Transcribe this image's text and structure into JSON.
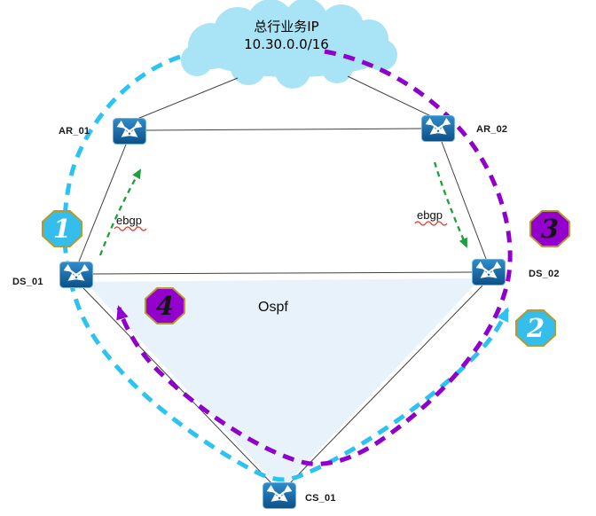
{
  "cloud": {
    "line1": "总行业务IP",
    "line2": "10.30.0.0/16"
  },
  "nodes": {
    "ar01": {
      "label": "AR_01",
      "type": "router-switch"
    },
    "ar02": {
      "label": "AR_02",
      "type": "router-switch"
    },
    "ds01": {
      "label": "DS_01",
      "type": "router-switch"
    },
    "ds02": {
      "label": "DS_02",
      "type": "router-switch"
    },
    "cs01": {
      "label": "CS_01",
      "type": "router-switch"
    }
  },
  "annotations": {
    "ospf": "Ospf",
    "ebgp_left": "ebgp",
    "ebgp_right": "ebgp"
  },
  "badges": [
    {
      "number": "1",
      "fill": "#35bdec",
      "text_color": "#ffffff"
    },
    {
      "number": "2",
      "fill": "#35bdec",
      "text_color": "#ffffff"
    },
    {
      "number": "3",
      "fill": "#9400cd",
      "text_color": "#141414"
    },
    {
      "number": "4",
      "fill": "#9400cd",
      "text_color": "#141414"
    }
  ],
  "colors": {
    "path_cyan": "#2cc3f2",
    "path_purple": "#9000cc",
    "arrow_green": "#1ca03c",
    "node_blue": "#1565a9",
    "cloud_fill": "#a9e3f6",
    "ospf_area_fill": "#e7f2fa",
    "badge_border": "#b79a2e",
    "spellcheck_red": "#e23b2e",
    "link_line": "#404040"
  }
}
